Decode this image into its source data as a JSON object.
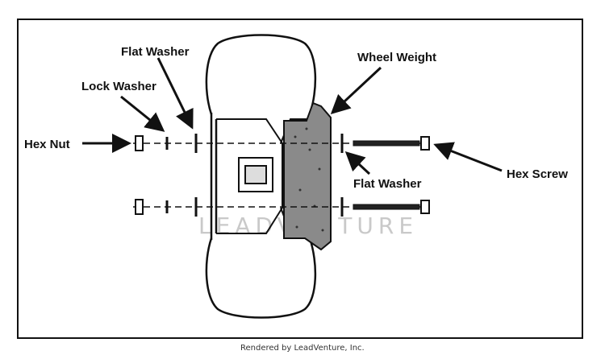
{
  "labels": {
    "flat_washer_top": "Flat Washer",
    "wheel_weight": "Wheel Weight",
    "lock_washer": "Lock Washer",
    "hex_nut": "Hex Nut",
    "flat_washer_bottom": "Flat Washer",
    "hex_screw": "Hex Screw"
  },
  "watermark": "LEADVENTURE",
  "credit": "Rendered by LeadVenture, Inc.",
  "colors": {
    "ink": "#111111",
    "weight_fill": "#8a8a8a",
    "watermark": "#c9c9c9"
  }
}
